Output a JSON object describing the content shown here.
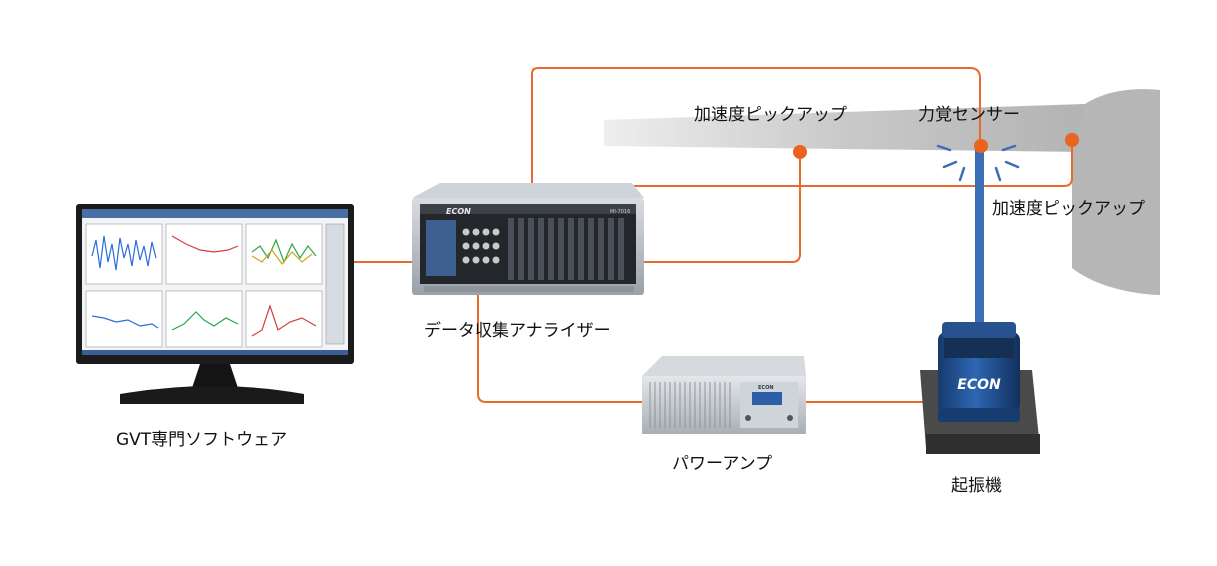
{
  "labels": {
    "software": "GVT専門ソフトウェア",
    "analyzer": "データ収集アナライザー",
    "amp": "パワーアンプ",
    "shaker": "起振機",
    "accel_1": "加速度ピックアップ",
    "force": "力覚センサー",
    "accel_2": "加速度ピックアップ"
  },
  "brand": {
    "analyzer_logo": "ECON",
    "analyzer_model": "MI-7016",
    "amp_logo": "ECON",
    "shaker_logo": "ECON"
  },
  "colors": {
    "cable": "#e96a2b",
    "force_rod": "#3a6fb5",
    "structure": "#bdbdbd",
    "shaker_body": "#1f4f8f",
    "sensor_dot": "#e8641f"
  }
}
